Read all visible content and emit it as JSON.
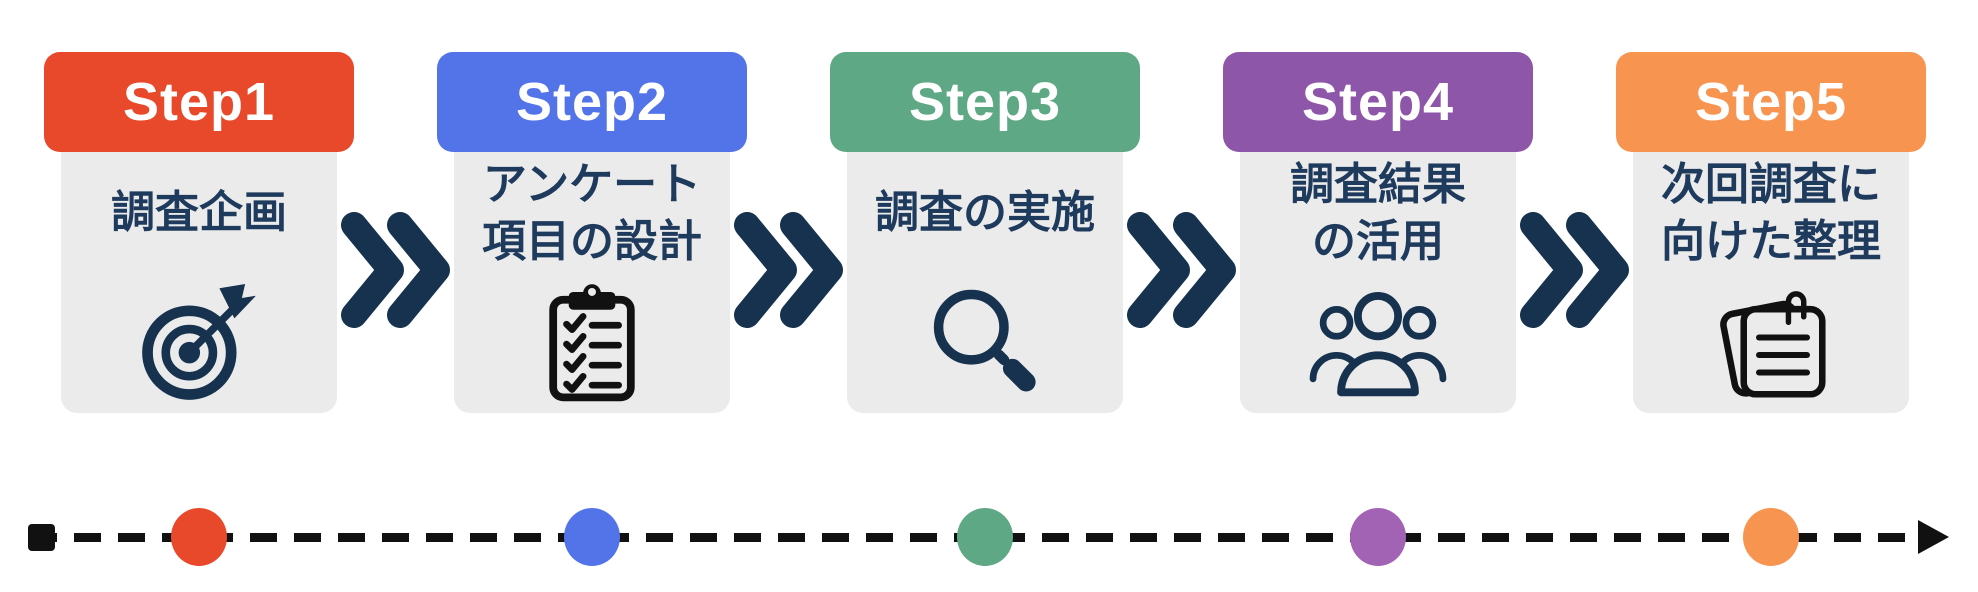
{
  "colors": {
    "page_bg": "#ffffff",
    "body_gray": "#ebebeb",
    "navy": "#16324e",
    "label_navy": "#1e3a5c",
    "ink": "#111111"
  },
  "steps": [
    {
      "title": "Step1",
      "accent": "#e8492b",
      "label_line1": "調査企画",
      "label_line2": "",
      "icon": "target-icon"
    },
    {
      "title": "Step2",
      "accent": "#5374e8",
      "label_line1": "アンケート",
      "label_line2": "項目の設計",
      "icon": "clipboard-checklist-icon"
    },
    {
      "title": "Step3",
      "accent": "#5fa885",
      "label_line1": "調査の実施",
      "label_line2": "",
      "icon": "magnifier-icon"
    },
    {
      "title": "Step4",
      "accent": "#8e56a8",
      "label_line1": "調査結果",
      "label_line2": "の活用",
      "icon": "people-group-icon"
    },
    {
      "title": "Step5",
      "accent": "#f79450",
      "label_line1": "次回調査に",
      "label_line2": "向けた整理",
      "icon": "notes-paperclip-icon"
    }
  ],
  "timeline": {
    "start_marker": "square",
    "end_marker": "arrow",
    "line_style": "dashed",
    "dots": [
      {
        "color": "#e8492b"
      },
      {
        "color": "#5374e8"
      },
      {
        "color": "#5fa885"
      },
      {
        "color": "#a263b5"
      },
      {
        "color": "#f79450"
      }
    ]
  }
}
